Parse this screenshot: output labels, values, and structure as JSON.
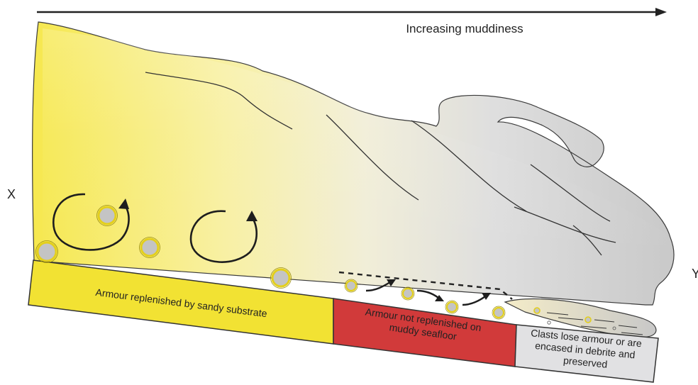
{
  "diagram": {
    "axis_label": "Increasing muddiness",
    "left_marker": "X",
    "right_marker": "Y",
    "zones": [
      {
        "lines": [
          "Armour replenished by sandy substrate"
        ],
        "color": "#f2e233"
      },
      {
        "lines": [
          "Armour not replenished on",
          "muddy seafloor"
        ],
        "color": "#d13a3a"
      },
      {
        "lines": [
          "Clasts lose armour or are",
          "encased in debrite and",
          "preserved"
        ],
        "color": "#e1e1e3"
      }
    ],
    "colors": {
      "flow_sandy": "#f5e84a",
      "flow_mud": "#c8c8c8",
      "clast_fill": "#c4c4c4",
      "armour_ring": "#e3cf1c",
      "arrow": "#222222"
    }
  }
}
